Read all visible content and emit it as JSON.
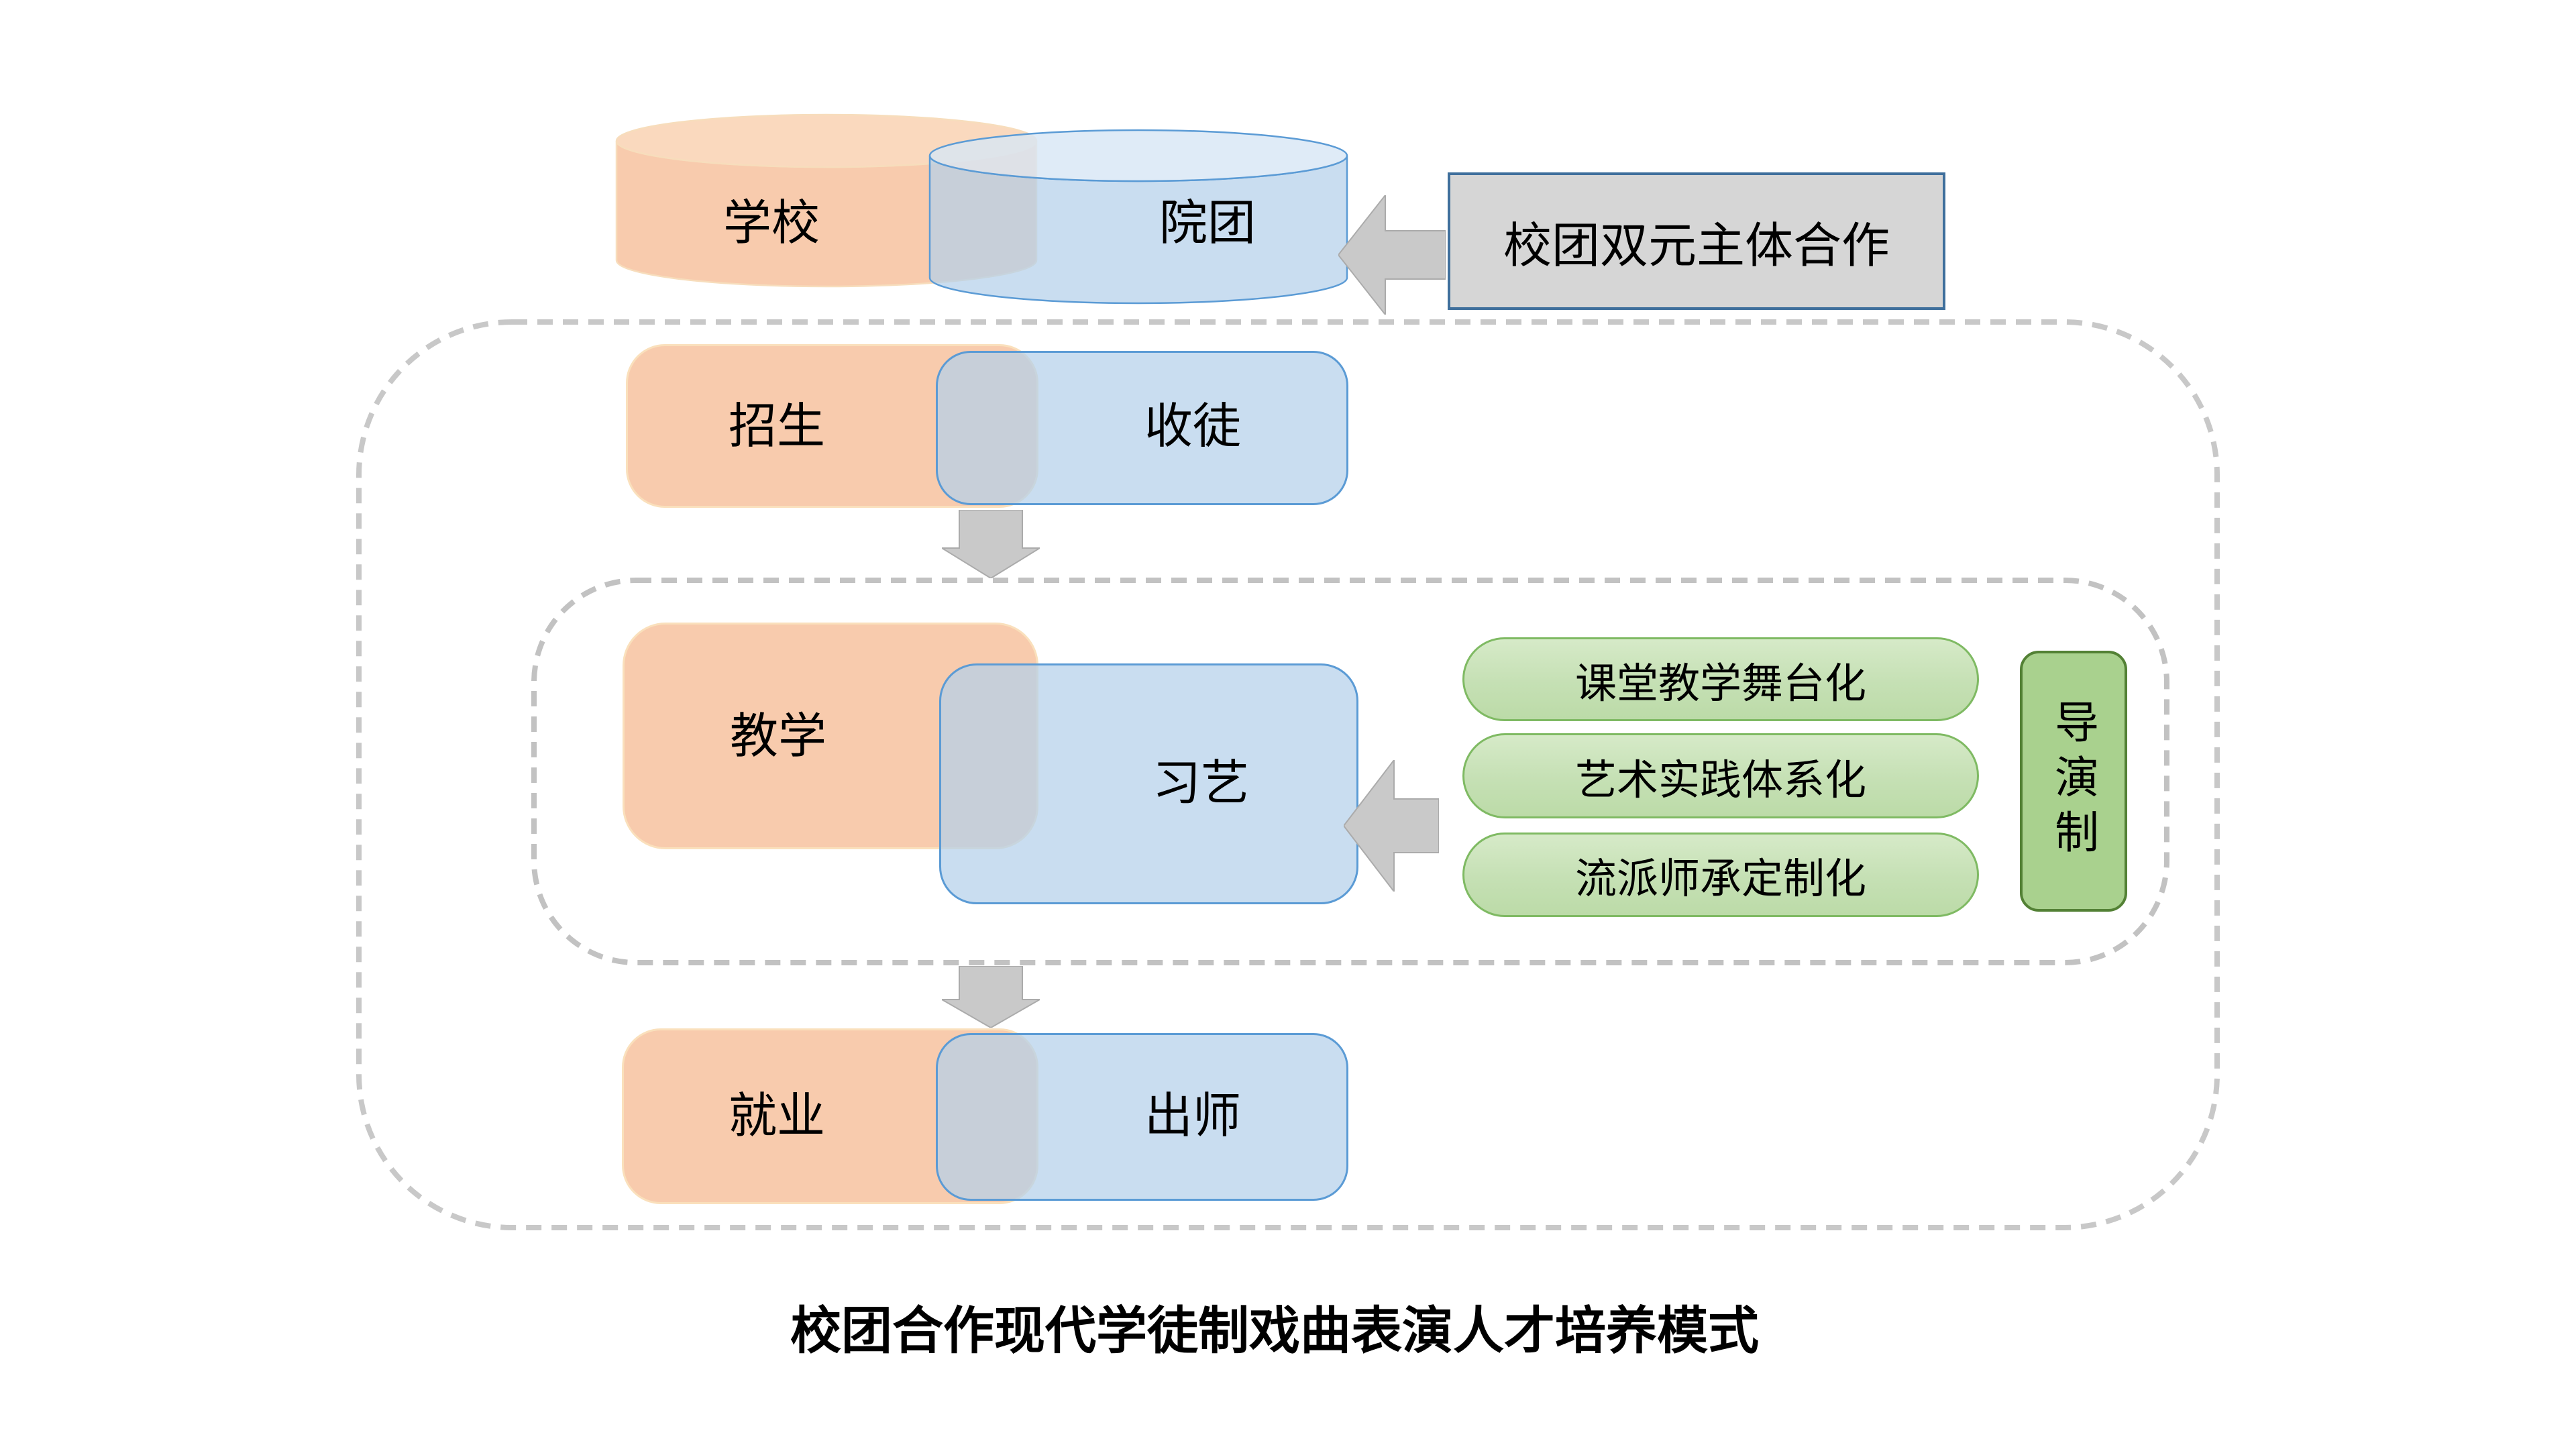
{
  "caption": "校团合作现代学徒制戏曲表演人才培养模式",
  "header": {
    "school_cylinder_label": "学校",
    "troupe_cylinder_label": "院团",
    "cooperation_box_label": "校团双元主体合作"
  },
  "rows": {
    "enrollment": {
      "school_label": "招生",
      "troupe_label": "收徒"
    },
    "teaching": {
      "school_label": "教学",
      "troupe_label": "习艺"
    },
    "employment": {
      "school_label": "就业",
      "troupe_label": "出师"
    }
  },
  "teaching_measures": [
    "课堂教学舞台化",
    "艺术实践体系化",
    "流派师承定制化"
  ],
  "director_label": "导演制",
  "colors": {
    "school_fill": "#F8CBAD",
    "school_edge": "#FAE0BC",
    "troupe_fill": "#B4D0EA",
    "troupe_border": "#5B9BD5",
    "measure_fill": "#C5E0B4",
    "measure_border": "#7FBA63",
    "director_fill": "#A9D18E",
    "director_border": "#538135",
    "cooperation_fill": "#D6D6D6",
    "cooperation_border": "#3F6F9C",
    "arrow_fill": "#C9C9C9",
    "arrow_border": "#ABABAB",
    "dash_color": "#C8C8C8"
  }
}
